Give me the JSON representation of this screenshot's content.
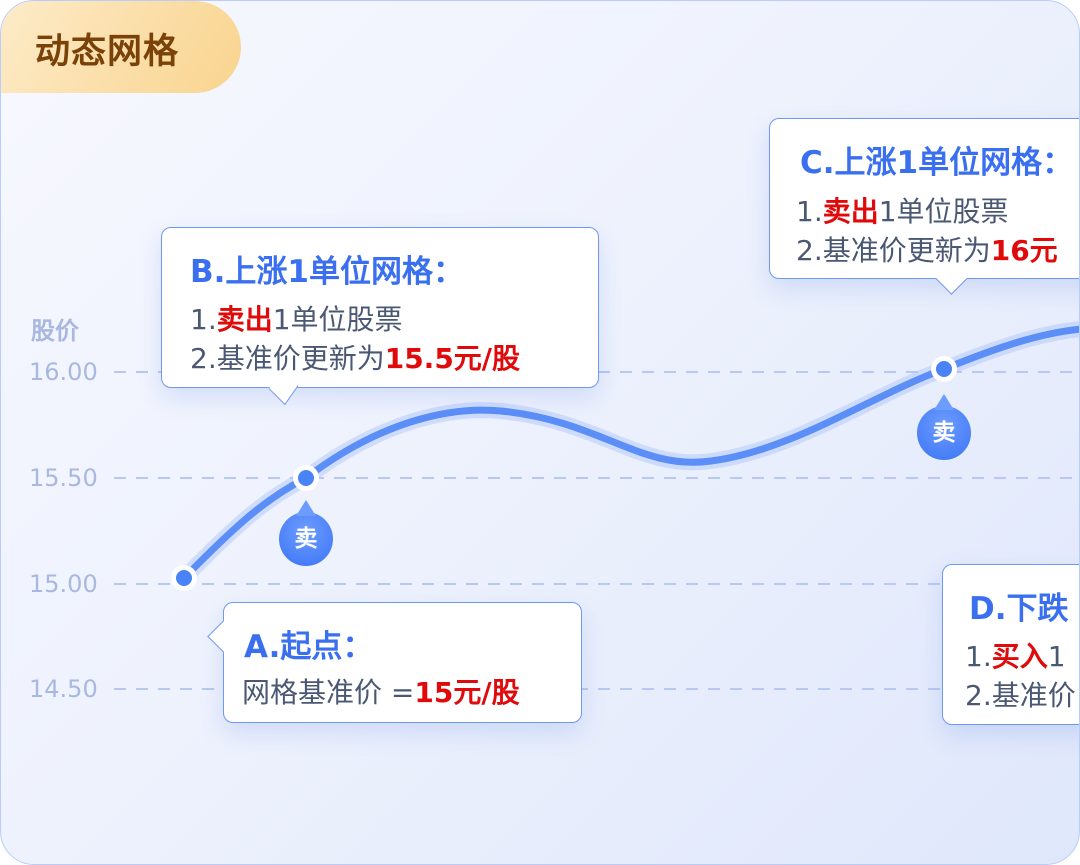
{
  "title": "动态网格",
  "y_axis": {
    "title": "股价",
    "ticks": [
      "16.00",
      "15.50",
      "15.00",
      "14.50"
    ]
  },
  "markers": {
    "sell": "卖"
  },
  "boxes": {
    "a": {
      "title": "A.起点：",
      "line1_prefix": "网格基准价 =",
      "line1_value": "15元/股"
    },
    "b": {
      "title": "B.上涨1单位网格：",
      "line1_num": "1.",
      "line1_action": "卖出",
      "line1_rest": "1单位股票",
      "line2_prefix": "2.基准价更新为",
      "line2_value": "15.5元/股"
    },
    "c": {
      "title": "C.上涨1单位网格：",
      "line1_num": "1.",
      "line1_action": "卖出",
      "line1_rest": "1单位股票",
      "line2_prefix": "2.基准价更新为",
      "line2_value": "16元"
    },
    "d": {
      "title": "D.下跌",
      "line1_num": "1.",
      "line1_action": "买入",
      "line1_rest": "1",
      "line2_prefix": "2.基准价"
    }
  },
  "colors": {
    "accent": "#3a6ff0",
    "highlight": "#e00a0a",
    "tab": "#f9d48e"
  }
}
